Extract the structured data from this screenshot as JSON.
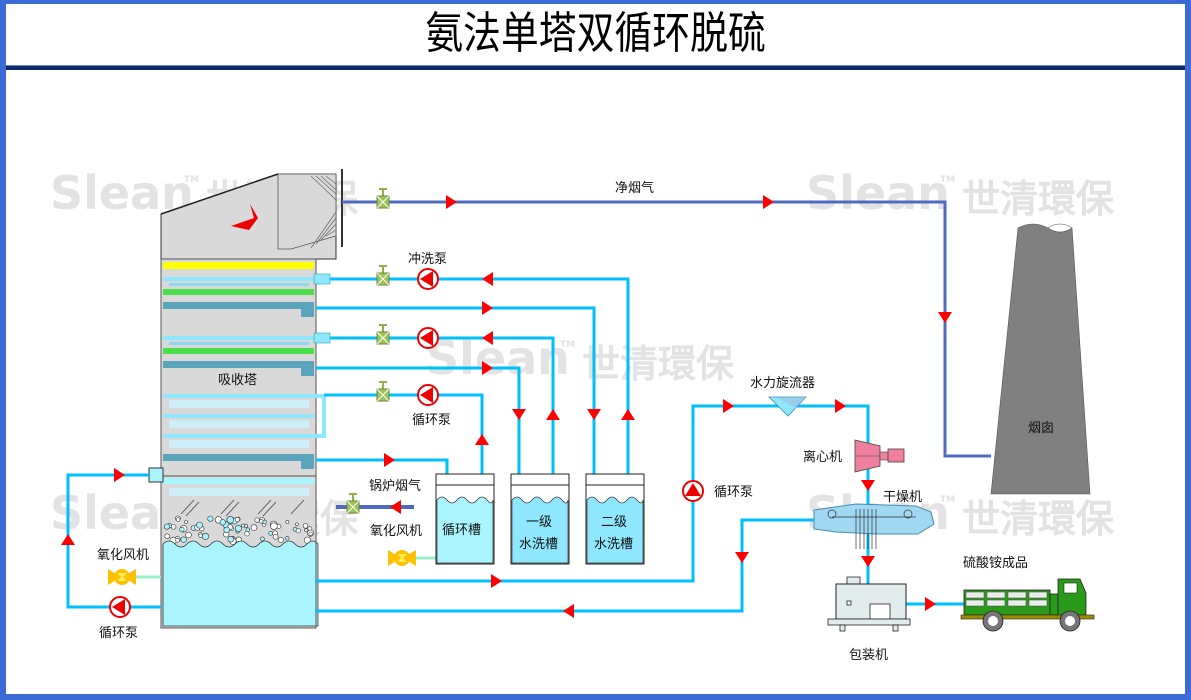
{
  "title": "氨法单塔双循环脱硫",
  "watermark": {
    "latin": "Slean",
    "tm": "TM",
    "cn": "世清環保"
  },
  "colors": {
    "frame": "#3c6ad6",
    "water_pipe": "#00bfff",
    "gas_pipe": "#4f6bc0",
    "arrow": "#ff0000",
    "valve": "#8fb04a",
    "tower": "#d9d9d9",
    "liquid": "#aaf4ff",
    "chimney": "#808080",
    "truck": "#2a9a1a"
  },
  "labels": {
    "clean_gas": "净烟气",
    "flush_pump": "冲洗泵",
    "absorber": "吸收塔",
    "circ_pump_upper": "循环泵",
    "boiler_gas": "锅炉烟气",
    "oxid_fan_mid": "氧化风机",
    "oxid_fan_left": "氧化风机",
    "circ_pump_left": "循环泵",
    "circ_tank": "循环槽",
    "wash_tank_1_line1": "一级",
    "wash_tank_1_line2": "水洗槽",
    "wash_tank_2_line1": "二级",
    "wash_tank_2_line2": "水洗槽",
    "hydrocyclone": "水力旋流器",
    "circ_pump_right": "循环泵",
    "centrifuge": "离心机",
    "dryer": "干燥机",
    "packer": "包装机",
    "product": "硫酸铵成品",
    "chimney": "烟囱"
  }
}
